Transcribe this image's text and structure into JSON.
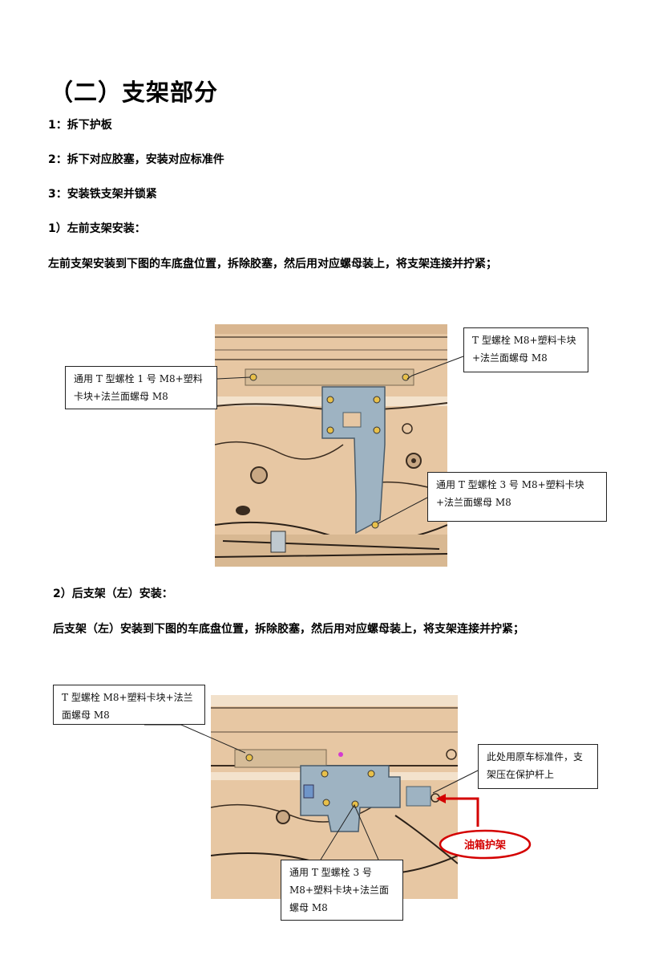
{
  "section_title": "（二）支架部分",
  "steps": [
    {
      "text": "1：拆下护板"
    },
    {
      "text": "2：拆下对应胶塞，安装对应标准件"
    },
    {
      "text": "3：安装铁支架并锁紧"
    }
  ],
  "left_front": {
    "heading": "1）左前支架安装：",
    "description": "左前支架安装到下图的车底盘位置，拆除胶塞，然后用对应螺母装上，将支架连接并拧紧；",
    "callouts": {
      "top_right": "T 型螺栓 M8+塑料卡块+法兰面螺母 M8",
      "left": "通用 T 型螺栓 1 号 M8+塑料卡块+法兰面螺母 M8",
      "bottom_right": "通用 T 型螺栓 3 号 M8+塑料卡块+法兰面螺母 M8"
    }
  },
  "rear_left": {
    "heading": "2）后支架（左）安装：",
    "description": "后支架（左）安装到下图的车底盘位置，拆除胶塞，然后用对应螺母装上，将支架连接并拧紧；",
    "callouts": {
      "top_left": "T 型螺栓 M8+塑料卡块+法兰面螺母 M8",
      "right": "此处用原车标准件，支架压在保护杆上",
      "bottom": "通用 T 型螺栓 3 号 M8+塑料卡块+法兰面螺母 M8",
      "oval": "油箱护架"
    }
  },
  "colors": {
    "chassis": "#e7c7a3",
    "bracket": "#9eb3c2",
    "accent_red": "#d40000"
  }
}
